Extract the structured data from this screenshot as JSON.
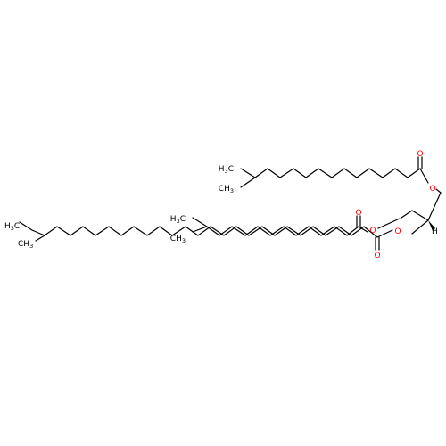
{
  "molecule": {
    "atom_labels": {
      "o_ester1_carbonyl": "O",
      "o_ester1_ether": "O",
      "o_ester2_carbonyl": "O",
      "o_ester2_ether": "O",
      "o_ester3_carbonyl": "O",
      "o_ester3_ether": "O",
      "h_stereo": "H",
      "h3c_top_label": "H",
      "h3c_top_sub": "3",
      "h3c_top_c": "C",
      "h3c_mid_label": "H",
      "h3c_mid_sub": "3",
      "h3c_mid_c": "C",
      "h3c_left_label": "H",
      "h3c_left_sub": "3",
      "h3c_left_c": "C",
      "ch3_top_c": "CH",
      "ch3_top_sub": "3",
      "ch3_mid_c": "CH",
      "ch3_mid_sub": "3",
      "ch3_left_c": "CH",
      "ch3_left_sub": "3"
    },
    "colors": {
      "carbon_bond": "#000000",
      "oxygen": "#ff0000",
      "background": "#ffffff"
    }
  }
}
